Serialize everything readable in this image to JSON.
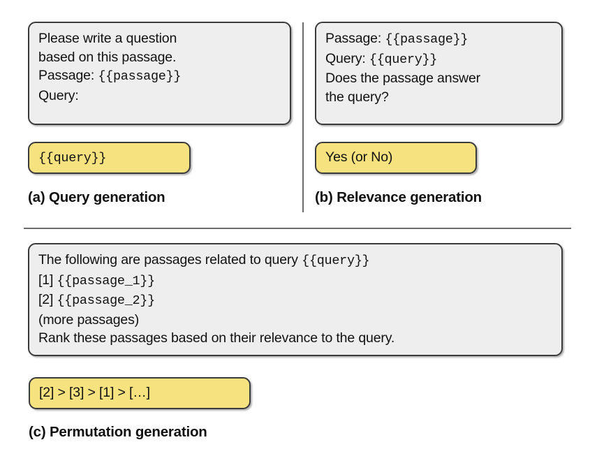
{
  "figure": {
    "title": "LLM ranking prompt designs",
    "colors": {
      "prompt_background": "#eeeeee",
      "output_background": "#f6e27e",
      "border": "#3b3b3b",
      "divider": "#6b6b6b",
      "text": "#111111"
    }
  },
  "panels": [
    {
      "id": "a",
      "caption": "(a) Query generation",
      "prompt": {
        "lines": [
          [
            {
              "text": "Please write a question",
              "style": "sans"
            }
          ],
          [
            {
              "text": "based on this passage.",
              "style": "sans"
            }
          ],
          [
            {
              "text": "Passage: ",
              "style": "sans"
            },
            {
              "text": "{{passage}}",
              "style": "mono"
            }
          ],
          [
            {
              "text": "Query:",
              "style": "sans"
            }
          ]
        ]
      },
      "output": {
        "lines": [
          [
            {
              "text": "{{query}}",
              "style": "mono"
            }
          ]
        ]
      }
    },
    {
      "id": "b",
      "caption": "(b) Relevance generation",
      "prompt": {
        "lines": [
          [
            {
              "text": "Passage: ",
              "style": "sans"
            },
            {
              "text": "{{passage}}",
              "style": "mono"
            }
          ],
          [
            {
              "text": "Query: ",
              "style": "sans"
            },
            {
              "text": "{{query}}",
              "style": "mono"
            }
          ],
          [
            {
              "text": "Does the passage answer",
              "style": "sans"
            }
          ],
          [
            {
              "text": "the query?",
              "style": "sans"
            }
          ]
        ]
      },
      "output": {
        "lines": [
          [
            {
              "text": "Yes (or No)",
              "style": "sans"
            }
          ]
        ]
      }
    },
    {
      "id": "c",
      "caption": "(c) Permutation generation",
      "prompt": {
        "lines": [
          [
            {
              "text": "The following are passages related to query ",
              "style": "sans"
            },
            {
              "text": "{{query}}",
              "style": "mono"
            }
          ],
          [
            {
              "text": "[1] ",
              "style": "sans"
            },
            {
              "text": "{{passage_1}}",
              "style": "mono"
            }
          ],
          [
            {
              "text": "[2] ",
              "style": "sans"
            },
            {
              "text": "{{passage_2}}",
              "style": "mono"
            }
          ],
          [
            {
              "text": "(more passages)",
              "style": "sans"
            }
          ],
          [
            {
              "text": "Rank these passages based on their relevance to the query.",
              "style": "sans"
            }
          ]
        ]
      },
      "output": {
        "lines": [
          [
            {
              "text": "[2] > [3] > [1] > […]",
              "style": "sans"
            }
          ]
        ]
      }
    }
  ]
}
